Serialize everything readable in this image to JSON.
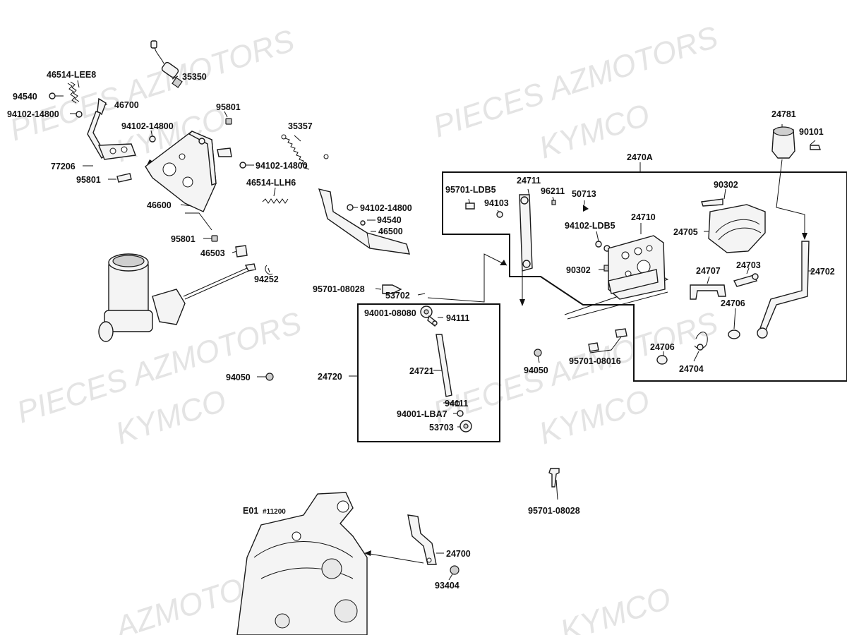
{
  "watermarks": [
    {
      "text": "PIECES AZMOTORS"
    },
    {
      "text": "KYMCO"
    },
    {
      "text": "PIECES AZMOTORS"
    },
    {
      "text": "KYMCO"
    },
    {
      "text": "PIECES AZMOTORS"
    },
    {
      "text": "KYMCO"
    },
    {
      "text": "PIECES AZMOTORS"
    },
    {
      "text": "KYMCO"
    },
    {
      "text": "AZMOTORS"
    },
    {
      "text": "KYMCO"
    }
  ],
  "labels": {
    "l46514_lee8": "46514-LEE8",
    "l35350": "35350",
    "l94540_a": "94540",
    "l46700": "46700",
    "l94102_14800_a": "94102-14800",
    "l95801_a": "95801",
    "l94102_14800_b": "94102-14800",
    "l35357": "35357",
    "l77206": "77206",
    "l94102_14800_c": "94102-14800",
    "l95801_b": "95801",
    "l46514_llh6": "46514-LLH6",
    "l46600": "46600",
    "l94102_14800_d": "94102-14800",
    "l94540_b": "94540",
    "l46500": "46500",
    "l95801_c": "95801",
    "l46503": "46503",
    "l94252": "94252",
    "l95701_08028_a": "95701-08028",
    "l94050_a": "94050",
    "l24720": "24720",
    "l53702": "53702",
    "l94001_08080": "94001-08080",
    "l94111_a": "94111",
    "l24721": "24721",
    "l94111_b": "94111",
    "l94001_lba7": "94001-LBA7",
    "l53703": "53703",
    "l2470a": "2470A",
    "l24781": "24781",
    "l90101": "90101",
    "l95701_ldb5": "95701-LDB5",
    "l24711": "24711",
    "l96211": "96211",
    "l50713": "50713",
    "l94103": "94103",
    "l90302_a": "90302",
    "l94102_ldb5": "94102-LDB5",
    "l24710": "24710",
    "l24705": "24705",
    "l90302_b": "90302",
    "l24707": "24707",
    "l24703": "24703",
    "l24702": "24702",
    "l24706_a": "24706",
    "l24706_b": "24706",
    "l24704": "24704",
    "l94050_b": "94050",
    "l95701_08016": "95701-08016",
    "l95701_08028_b": "95701-08028",
    "l24700": "24700",
    "l93404": "93404",
    "e01_code": "E01",
    "e01_ref": "#11200"
  }
}
